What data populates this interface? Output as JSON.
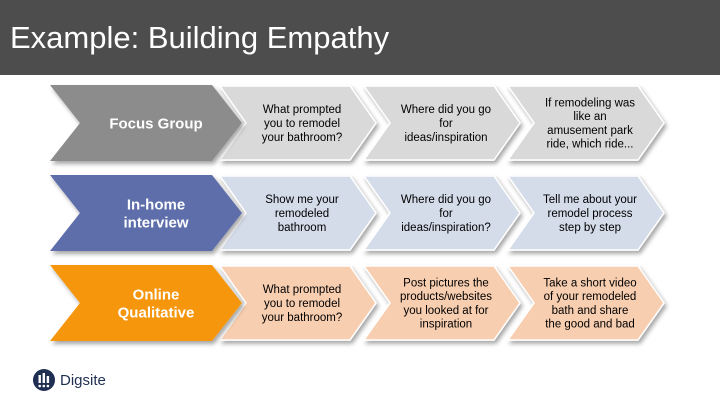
{
  "title": "Example: Building Empathy",
  "colors": {
    "title_bg": "#4d4d4d",
    "row1_head": "#8c8c8c",
    "row1_step": "#d9d9d9",
    "row2_head": "#5d6eab",
    "row2_step": "#d4dcea",
    "row3_head": "#f5960f",
    "row3_step": "#f8ceb0",
    "logo": "#1f2f52"
  },
  "rows": [
    {
      "head": [
        "Focus Group"
      ],
      "steps": [
        [
          "What prompted",
          "you to remodel",
          "your bathroom?"
        ],
        [
          "Where did you go",
          "for",
          "ideas/inspiration"
        ],
        [
          "If remodeling was",
          "like an",
          "amusement park",
          "ride, which ride..."
        ]
      ]
    },
    {
      "head": [
        "In-home",
        "interview"
      ],
      "steps": [
        [
          "Show me your",
          "remodeled",
          "bathroom"
        ],
        [
          "Where did you go",
          "for",
          "ideas/inspiration?"
        ],
        [
          "Tell me about your",
          "remodel process",
          "step by step"
        ]
      ]
    },
    {
      "head": [
        "Online",
        "Qualitative"
      ],
      "steps": [
        [
          "What prompted",
          "you to remodel",
          "your bathroom?"
        ],
        [
          "Post pictures the",
          "products/websites",
          "you looked at for",
          "inspiration"
        ],
        [
          "Take a short video",
          "of your remodeled",
          "bath and share",
          "the good and bad"
        ]
      ]
    }
  ],
  "logo": {
    "text": "Digsite"
  }
}
